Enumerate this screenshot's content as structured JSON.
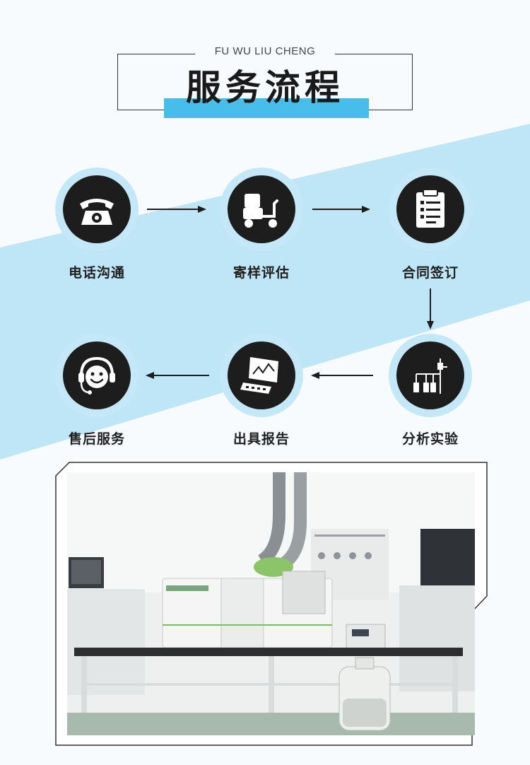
{
  "header": {
    "subtitle": "FU WU LIU CHENG",
    "title": "服务流程"
  },
  "steps": [
    {
      "label": "电话沟通",
      "icon": "telephone-icon"
    },
    {
      "label": "寄样评估",
      "icon": "sample-delivery-icon"
    },
    {
      "label": "合同签订",
      "icon": "clipboard-contract-icon"
    },
    {
      "label": "分析实验",
      "icon": "lab-apparatus-icon"
    },
    {
      "label": "出具报告",
      "icon": "computer-report-icon"
    },
    {
      "label": "售后服务",
      "icon": "headset-support-icon"
    }
  ],
  "colors": {
    "accent_blue": "#48bde9",
    "band_blue": "#bfe6f6",
    "icon_disc": "#1d1d1d"
  }
}
